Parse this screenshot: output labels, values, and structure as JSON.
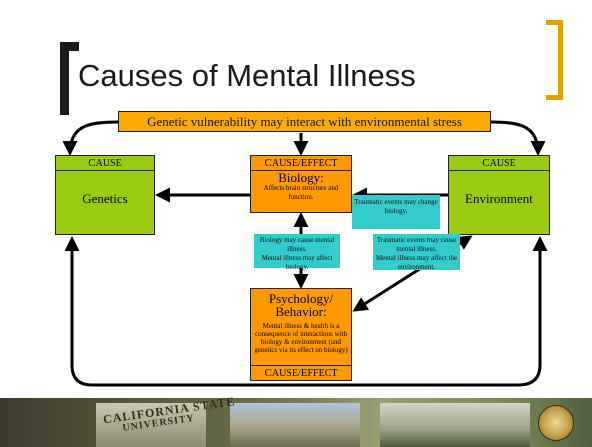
{
  "title": "Causes of Mental Illness",
  "banner": "Genetic vulnerability may interact with environmental stress",
  "genetics": {
    "header_lead": "C",
    "header_rest": "AUSE",
    "label": "Genetics"
  },
  "environment": {
    "header_lead": "C",
    "header_rest": "AUSE",
    "label": "Environment"
  },
  "biology": {
    "header_lead": "C",
    "header_rest": "AUSE",
    "header_sep": "/",
    "header_lead2": "E",
    "header_rest2": "FFECT",
    "title": "Biology:",
    "desc": "Affects brain structure and function."
  },
  "psychology": {
    "title_line1": "Psychology/",
    "title_line2": "Behavior:",
    "desc": "Mental illness & health is a consequence of interactions with biology & environment (and genetics via its effect on biology)",
    "footer_lead": "C",
    "footer_rest": "AUSE",
    "footer_sep": "/",
    "footer_lead2": "E",
    "footer_rest2": "FFECT"
  },
  "notes": {
    "trauma_bio": "Traumatic events may change biology.",
    "bio_mental": "Biology may cause mental illness.\nMental illness may affect biology.",
    "trauma_mental": "Traumatic events may cause mental illness.\nMental illness may affect the environment."
  },
  "footer": {
    "wordmark_line1": "CALIFORNIA STATE",
    "wordmark_line2": "UNIVERSITY"
  },
  "colors": {
    "green": "#99cc11",
    "orange": "#ff9900",
    "banner": "#ffaa00",
    "cyan": "#33cccc",
    "title_bracket": "#1a1a1a",
    "accent_bracket": "#d9a400"
  }
}
